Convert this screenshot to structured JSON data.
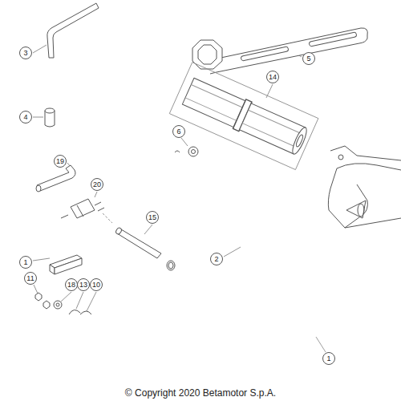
{
  "diagram": {
    "labels": [
      "3",
      "5",
      "14",
      "4",
      "6",
      "19",
      "20",
      "15",
      "1",
      "2",
      "11",
      "18",
      "13",
      "10",
      "1",
      "© Copyright 2020 Betamotor S.p.A."
    ]
  }
}
